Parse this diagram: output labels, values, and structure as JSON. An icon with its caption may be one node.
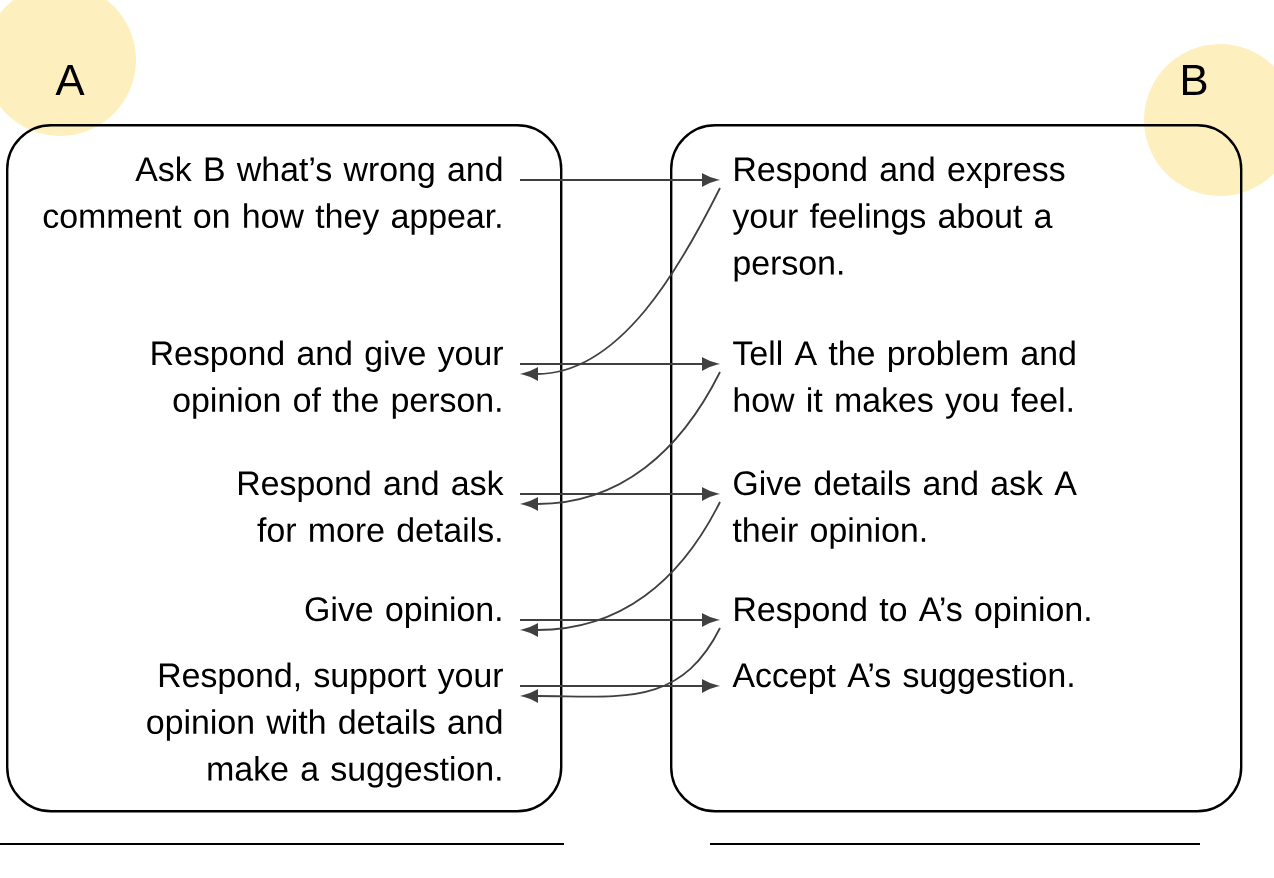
{
  "diagram": {
    "nodes": [
      {
        "text": [
          "A"
        ]
      },
      {
        "text": [
          "B"
        ]
      },
      {
        "text": [
          "Ask B what’s wrong and comment on how they appear."
        ],
        "in": 0
      },
      {
        "text": [
          "Respond and give your opinion of the person."
        ],
        "in": 0
      },
      {
        "text": [
          "Respond and ask for more details."
        ],
        "in": 0
      },
      {
        "text": [
          "Give opinion."
        ],
        "in": 0
      },
      {
        "text": [
          "Respond, support your opinion with details and make a suggestion."
        ],
        "in": 0
      },
      {
        "text": [
          "Respond and express your feelings about a person."
        ],
        "in": 1
      },
      {
        "text": [
          "Tell A the problem and how it makes you feel."
        ],
        "in": 1
      },
      {
        "text": [
          "Give details and ask A their opinion."
        ],
        "in": 1
      },
      {
        "text": [
          "Respond to A’s opinion."
        ],
        "in": 1
      },
      {
        "text": [
          "Accept A’s suggestion."
        ],
        "in": 1
      }
    ],
    "edges": [
      {
        "from": 2,
        "to": 7,
        "arrow": "to"
      },
      {
        "from": 7,
        "to": 3,
        "arrow": "to"
      },
      {
        "from": 3,
        "to": 8,
        "arrow": "to"
      },
      {
        "from": 8,
        "to": 4,
        "arrow": "to"
      },
      {
        "from": 4,
        "to": 9,
        "arrow": "to"
      },
      {
        "from": 9,
        "to": 5,
        "arrow": "to"
      },
      {
        "from": 5,
        "to": 10,
        "arrow": "to"
      },
      {
        "from": 10,
        "to": 6,
        "arrow": "to"
      },
      {
        "from": 6,
        "to": 11,
        "arrow": "to"
      }
    ]
  }
}
